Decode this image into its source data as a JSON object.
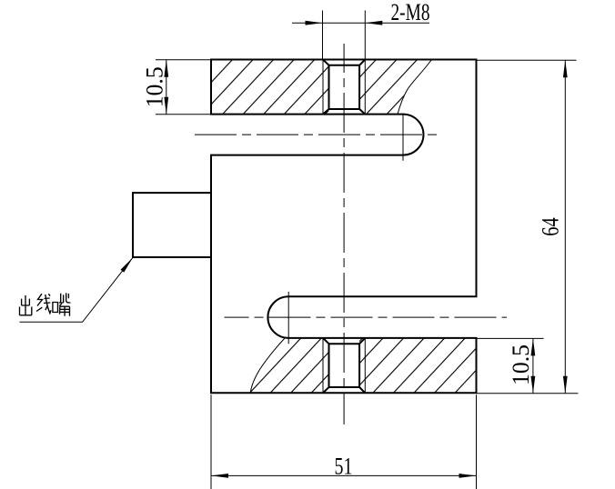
{
  "document": {
    "type": "engineering-section-drawing",
    "background": "#ffffff",
    "line_color": "#000000"
  },
  "dimensions": {
    "thread_callout": "2-M8",
    "top_plate_thickness": "10.5",
    "overall_height": "64",
    "bottom_plate_thickness": "10.5",
    "overall_width": "51"
  },
  "labels": {
    "cable_gland": "出线嘴"
  }
}
